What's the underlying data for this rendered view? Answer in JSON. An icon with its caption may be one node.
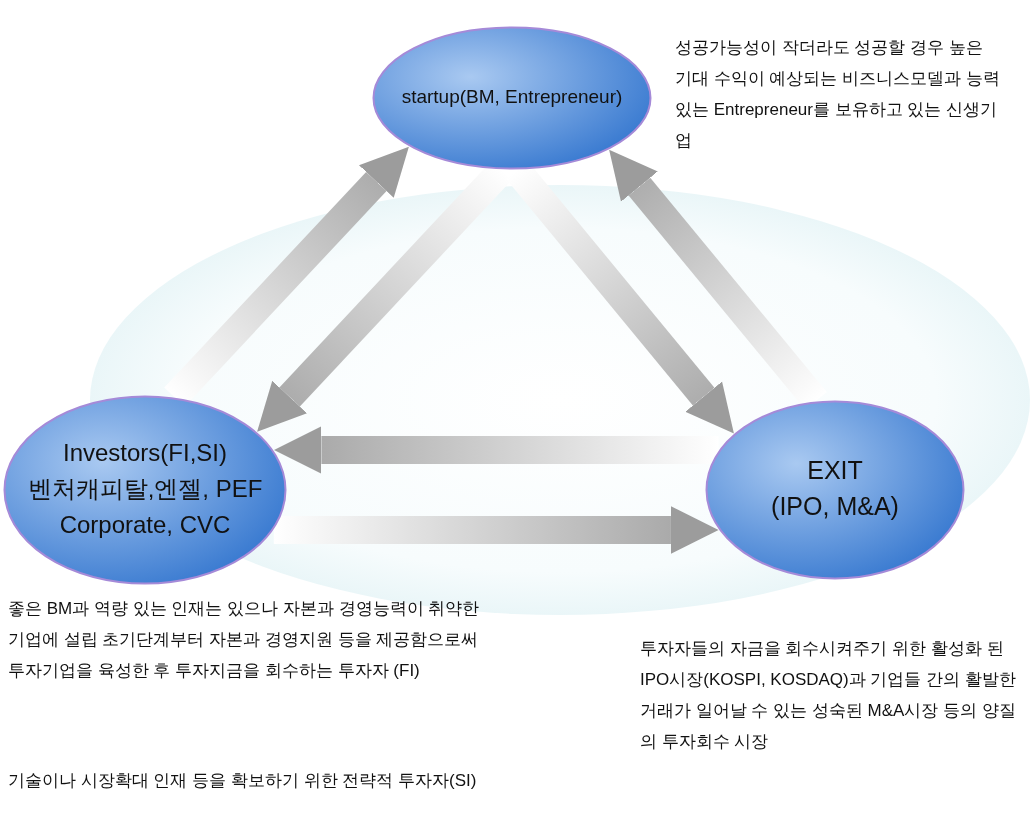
{
  "diagram": {
    "nodes": [
      {
        "text": [
          "startup(BM, Entrepreneur)"
        ],
        "beside": [
          "성공가능성이 작더라도 성공할 경우 높은 기대 수익이 예상되는 비즈니스모델과 능력 있는 Entrepreneur를 보유하고 있는 신생기업"
        ]
      },
      {
        "text": [
          "Investors(FI,SI)",
          "벤처캐피탈,엔젤, PEF",
          "Corporate, CVC"
        ],
        "beside": [
          "좋은 BM과 역량 있는 인재는 있으나 자본과 경영능력이 취약한 기업에 설립 초기단계부터 자본과 경영지원 등을 제공함으로써 투자기업을 육성한 후 투자지금을 회수하는 투자자 (FI)"
        ]
      },
      {
        "text": [
          "EXIT",
          "(IPO, M&A)"
        ],
        "beside": [
          "투자자들의 자금을 회수시켜주기 위한 활성화 된 IPO시장(KOSPI, KOSDAQ)과  기업들 간의 활발한 거래가 일어날 수 있는 성숙된 M&A시장 등의 양질의 투자회수 시장"
        ]
      }
    ],
    "edges": [
      {
        "from": 1,
        "to": 0,
        "arrow": "to"
      },
      {
        "from": 0,
        "to": 1,
        "arrow": "to"
      },
      {
        "from": 0,
        "to": 2,
        "arrow": "to"
      },
      {
        "from": 2,
        "to": 0,
        "arrow": "to"
      },
      {
        "from": 2,
        "to": 1,
        "arrow": "to"
      },
      {
        "from": 1,
        "to": 2,
        "arrow": "to"
      }
    ],
    "labels": [
      "기술이나 시장확대 인재 등을 확보하기 위한 전략적 투자자(SI)"
    ]
  }
}
